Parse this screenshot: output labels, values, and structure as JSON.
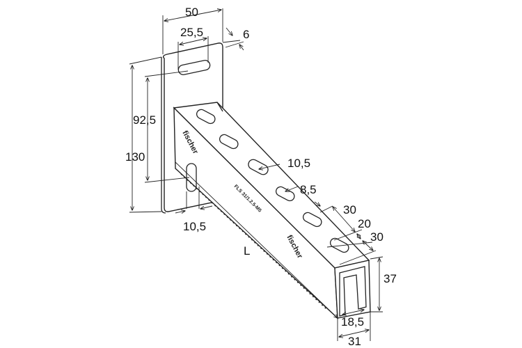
{
  "drawing": {
    "brand_marking": "fischer",
    "product_marking": "FLS 31/1.2.5-M5",
    "dimensions": {
      "plate_width": "50",
      "slot_spacing_top": "25,5",
      "plate_thickness": "6",
      "slot_height_offset": "92,5",
      "plate_height": "130",
      "side_slot_width": "10,5",
      "top_slot_width": "10,5",
      "top_slot_height": "8,5",
      "slot_pitch_a": "30",
      "slot_gap": "20",
      "slot_pitch_b": "30",
      "profile_height": "37",
      "profile_opening": "18,5",
      "profile_width": "31",
      "length": "L"
    }
  }
}
